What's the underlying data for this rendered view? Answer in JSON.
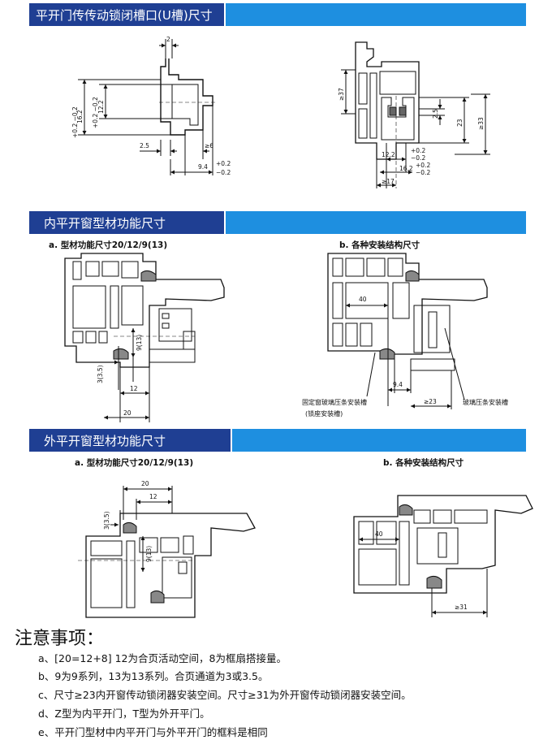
{
  "sections": {
    "s1": {
      "title": "平开门传传动锁闭槽口(U槽)尺寸"
    },
    "s2": {
      "title": "内平开窗型材功能尺寸",
      "cap_a": "a. 型材功能尺寸20/12/9(13)",
      "cap_b": "b. 各种安装结构尺寸"
    },
    "s3": {
      "title": "外平开窗型材功能尺寸",
      "cap_a": "a. 型材功能尺寸20/12/9(13)",
      "cap_b": "b. 各种安装结构尺寸"
    }
  },
  "dims": {
    "d1_2": "2",
    "d1_162a": "16.2",
    "d1_162tol": "+0.2 −0.2",
    "d1_122a": "12.2",
    "d1_122tol": "+0.2 −0.2",
    "d1_25": "2.5",
    "d1_ge6": "≥6",
    "d1_94": "9.4",
    "d1_94tol_p": "+0.2",
    "d1_94tol_m": "−0.2",
    "d2_ge37": "≥37",
    "d2_25": "2.5",
    "d2_23": "23",
    "d2_ge33": "≥33",
    "d2_122": "12.2",
    "d2_122p": "+0.2",
    "d2_122m": "−0.2",
    "d2_162": "16.2",
    "d2_162p": "+0.2",
    "d2_162m": "−0.2",
    "d2_ge17": "≥17",
    "w1_913": "9(13)",
    "w1_335": "3(3.5)",
    "w1_12": "12",
    "w1_20": "20",
    "w2_40": "40",
    "w2_94": "9.4",
    "w2_ge23": "≥23",
    "w2_fix": "固定窗玻璃压条安装槽",
    "w2_fix2": "(锁座安装槽)",
    "w2_glass": "玻璃压条安装槽",
    "o1_20": "20",
    "o1_12": "12",
    "o1_335": "3(3.5)",
    "o1_913": "9(13)",
    "o2_40": "40",
    "o2_ge31": "≥31"
  },
  "notes": {
    "title": "注意事项：",
    "items": [
      "a、[20=12+8] 12为合页活动空间，8为框扇搭接量。",
      "b、9为9系列，13为13系列。合页通道为3或3.5。",
      "c、尺寸≥23内开窗传动锁闭器安装空间。尺寸≥31为外开窗传动锁闭器安装空间。",
      "d、Z型为内平开门，T型为外开平门。",
      "e、平开门型材中内平开门与外平开门的框料是相同"
    ]
  },
  "colors": {
    "banner_dark": "#1f3f93",
    "banner_light": "#1e8fe0",
    "gasket": "#888888"
  }
}
